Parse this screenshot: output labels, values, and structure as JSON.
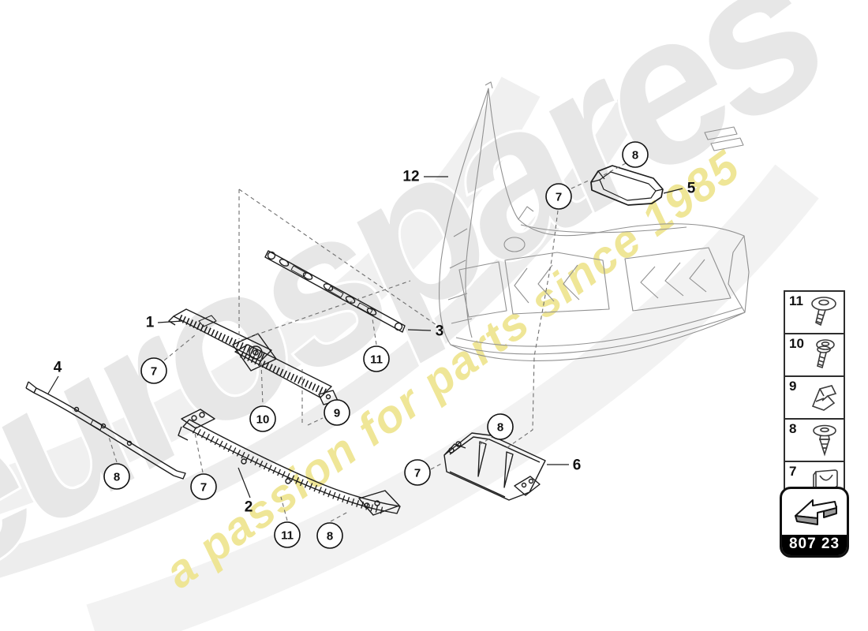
{
  "watermark": {
    "brand": "eurospares",
    "tagline": "a passion for parts since 1985",
    "brand_color": "#e7e7e7",
    "tagline_color": "#eee48c"
  },
  "diagram": {
    "part_labels": [
      "1",
      "2",
      "3",
      "4",
      "5",
      "6",
      "12"
    ],
    "callouts": [
      "7",
      "10",
      "9",
      "11",
      "7",
      "8",
      "8",
      "7",
      "11",
      "8",
      "7",
      "8"
    ]
  },
  "legend": {
    "items": [
      {
        "number": "11",
        "icon": "torx-screw-large-washer-icon"
      },
      {
        "number": "10",
        "icon": "torx-screw-washer-icon"
      },
      {
        "number": "9",
        "icon": "spring-clip-icon"
      },
      {
        "number": "8",
        "icon": "expanding-rivet-icon"
      },
      {
        "number": "7",
        "icon": "clip-nut-icon"
      }
    ]
  },
  "footer": {
    "group_code": "807 23"
  }
}
